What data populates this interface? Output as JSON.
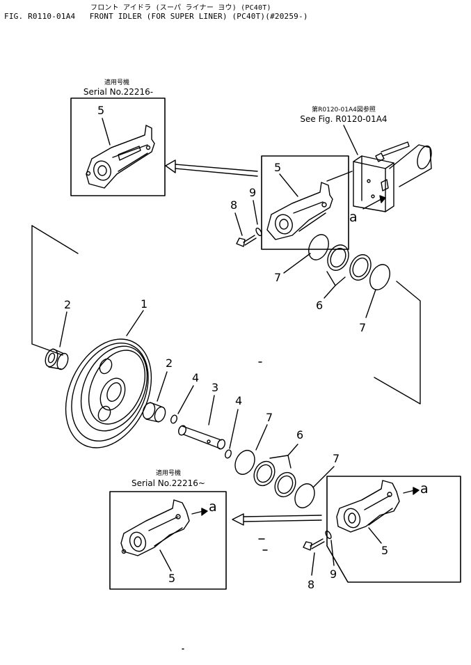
{
  "header": {
    "jp_line": "フロント アイドラ (スーパ ライナー ヨウ) (PC40T)",
    "en_line": "FIG. R0110-01A4   FRONT IDLER (FOR SUPER LINER) (PC40T)(#20259-)"
  },
  "callouts": {
    "top_left": {
      "jp": "適用号機",
      "serial": "Serial No.22216-"
    },
    "top_right": {
      "jp": "第R0120-01A4図参照",
      "see": "See Fig. R0120-01A4"
    },
    "bottom_left": {
      "jp": "適用号機",
      "serial": "Serial No.22216~"
    }
  },
  "part_labels": {
    "p1": "1",
    "p2": "2",
    "p3": "3",
    "p4": "4",
    "p5": "5",
    "p6": "6",
    "p7": "7",
    "p8": "8",
    "p9": "9",
    "a": "a"
  },
  "colors": {
    "ink": "#000000",
    "paper": "#ffffff"
  }
}
